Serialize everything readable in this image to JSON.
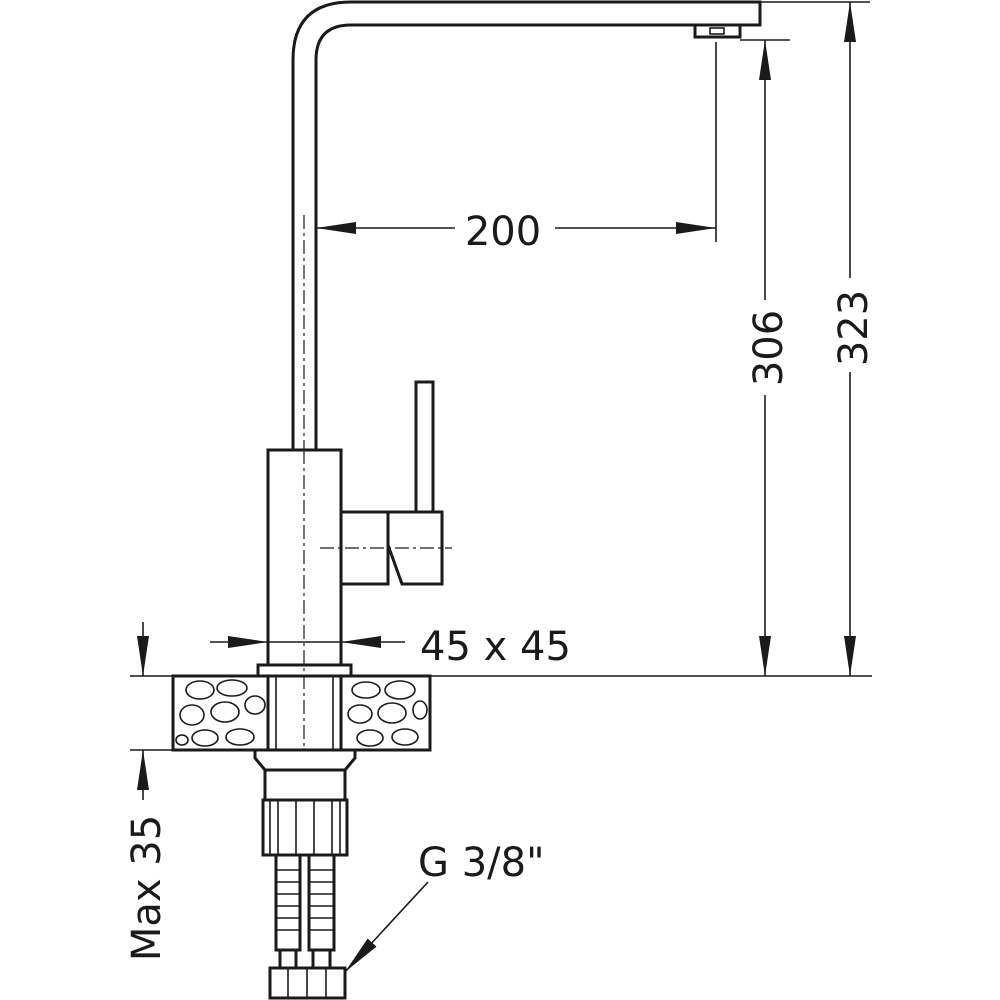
{
  "dimensions": {
    "reach": "200",
    "outlet_height": "306",
    "total_height": "323",
    "base_size": "45 x 45",
    "max_counter_thickness": "Max 35",
    "connection": "G 3/8\""
  }
}
